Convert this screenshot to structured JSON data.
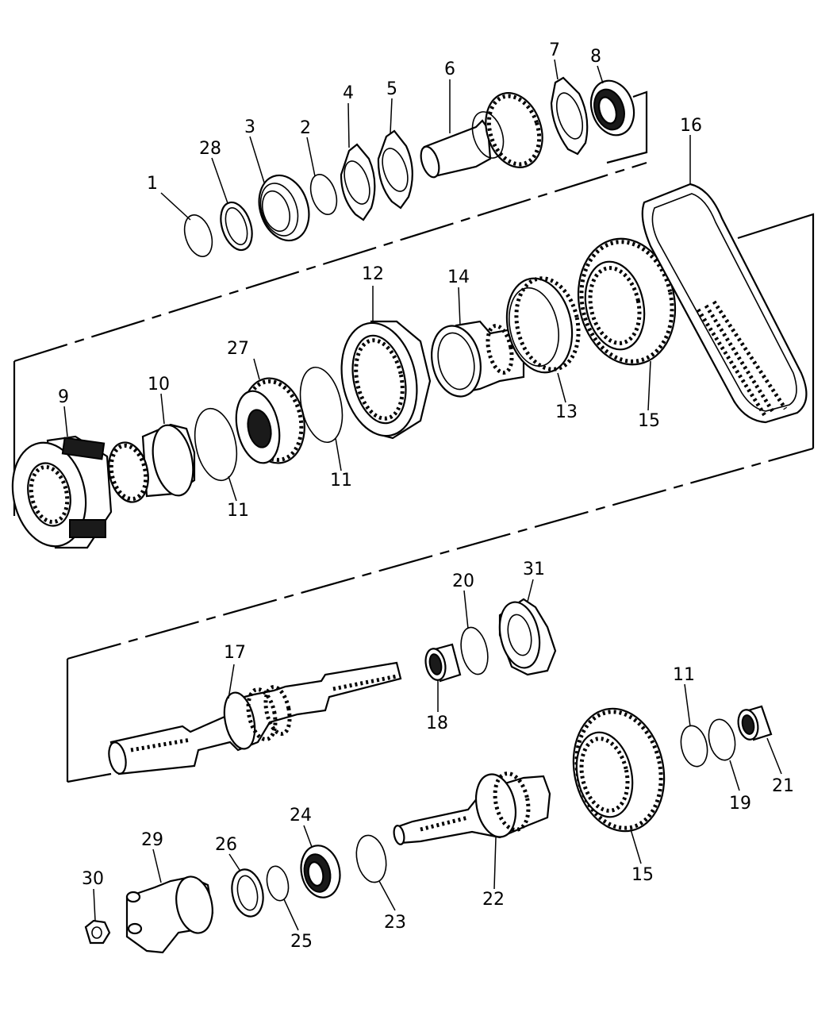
{
  "diagram": {
    "callouts": [
      {
        "id": "1",
        "label": "1"
      },
      {
        "id": "2",
        "label": "2"
      },
      {
        "id": "3",
        "label": "3"
      },
      {
        "id": "4",
        "label": "4"
      },
      {
        "id": "5",
        "label": "5"
      },
      {
        "id": "6",
        "label": "6"
      },
      {
        "id": "7",
        "label": "7"
      },
      {
        "id": "8",
        "label": "8"
      },
      {
        "id": "9",
        "label": "9"
      },
      {
        "id": "10",
        "label": "10"
      },
      {
        "id": "11a",
        "label": "11"
      },
      {
        "id": "11b",
        "label": "11"
      },
      {
        "id": "11c",
        "label": "11"
      },
      {
        "id": "12",
        "label": "12"
      },
      {
        "id": "13",
        "label": "13"
      },
      {
        "id": "14",
        "label": "14"
      },
      {
        "id": "15a",
        "label": "15"
      },
      {
        "id": "15b",
        "label": "15"
      },
      {
        "id": "16",
        "label": "16"
      },
      {
        "id": "17",
        "label": "17"
      },
      {
        "id": "18",
        "label": "18"
      },
      {
        "id": "19",
        "label": "19"
      },
      {
        "id": "20",
        "label": "20"
      },
      {
        "id": "21",
        "label": "21"
      },
      {
        "id": "22",
        "label": "22"
      },
      {
        "id": "23",
        "label": "23"
      },
      {
        "id": "24",
        "label": "24"
      },
      {
        "id": "25",
        "label": "25"
      },
      {
        "id": "26",
        "label": "26"
      },
      {
        "id": "27",
        "label": "27"
      },
      {
        "id": "28",
        "label": "28"
      },
      {
        "id": "29",
        "label": "29"
      },
      {
        "id": "30",
        "label": "30"
      },
      {
        "id": "31",
        "label": "31"
      }
    ]
  }
}
